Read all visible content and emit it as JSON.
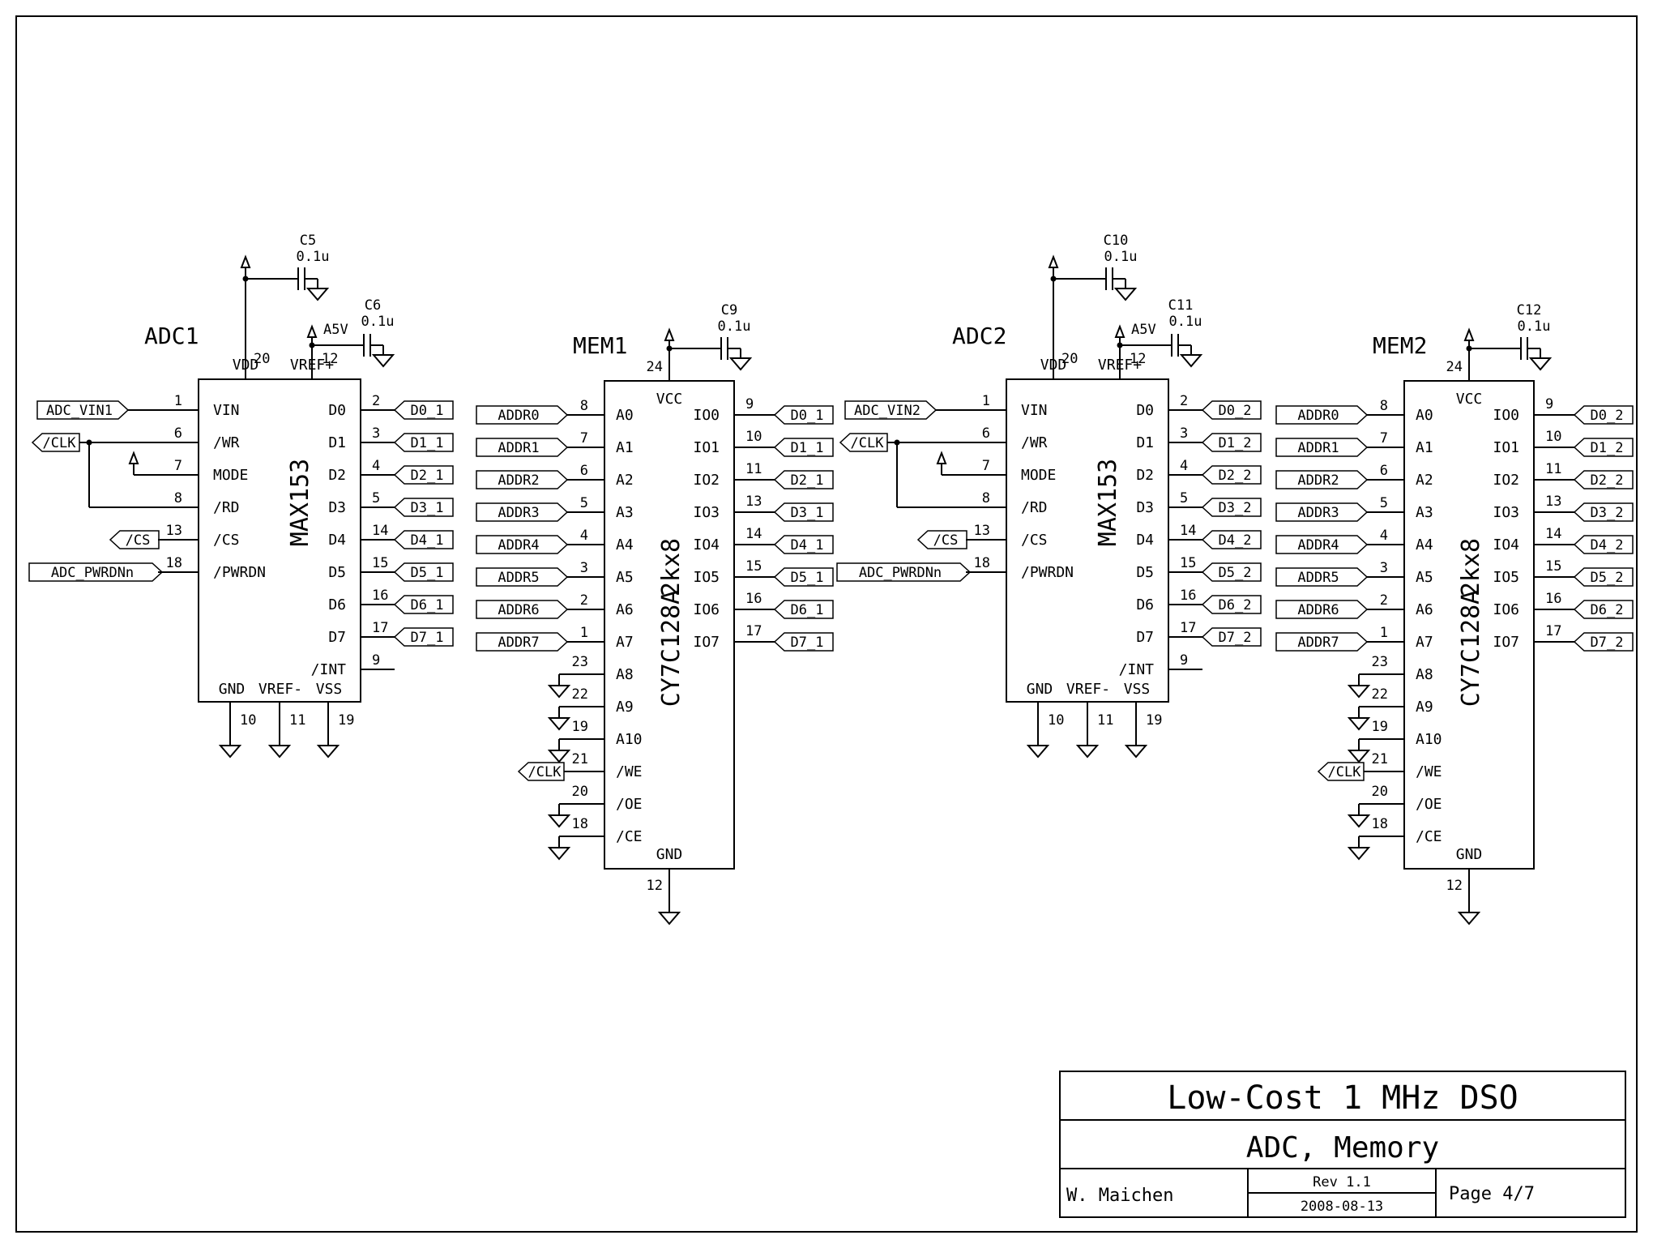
{
  "adc": [
    {
      "ref": "ADC1",
      "part": "MAX153",
      "vin_net": "ADC_VIN1",
      "suffix": "_1",
      "vdd_cap": {
        "ref": "C5",
        "value": "0.1u"
      },
      "vref_cap": {
        "ref": "C6",
        "value": "0.1u"
      }
    },
    {
      "ref": "ADC2",
      "part": "MAX153",
      "vin_net": "ADC_VIN2",
      "suffix": "_2",
      "vdd_cap": {
        "ref": "C10",
        "value": "0.1u"
      },
      "vref_cap": {
        "ref": "C11",
        "value": "0.1u"
      }
    }
  ],
  "mem": [
    {
      "ref": "MEM1",
      "part": "CY7C128A",
      "org": "2kx8",
      "suffix": "_1",
      "cap": {
        "ref": "C9",
        "value": "0.1u"
      }
    },
    {
      "ref": "MEM2",
      "part": "CY7C128A",
      "org": "2kx8",
      "suffix": "_2",
      "cap": {
        "ref": "C12",
        "value": "0.1u"
      }
    }
  ],
  "adc_pins": {
    "top": [
      {
        "name": "VDD",
        "num": "20"
      },
      {
        "name": "VREF+",
        "num": "12"
      }
    ],
    "left": [
      {
        "name": "VIN",
        "num": "1"
      },
      {
        "name": "/WR",
        "num": "6"
      },
      {
        "name": "MODE",
        "num": "7"
      },
      {
        "name": "/RD",
        "num": "8"
      },
      {
        "name": "/CS",
        "num": "13"
      },
      {
        "name": "/PWRDN",
        "num": "18"
      }
    ],
    "right": [
      {
        "name": "D0",
        "num": "2"
      },
      {
        "name": "D1",
        "num": "3"
      },
      {
        "name": "D2",
        "num": "4"
      },
      {
        "name": "D3",
        "num": "5"
      },
      {
        "name": "D4",
        "num": "14"
      },
      {
        "name": "D5",
        "num": "15"
      },
      {
        "name": "D6",
        "num": "16"
      },
      {
        "name": "D7",
        "num": "17"
      },
      {
        "name": "/INT",
        "num": "9"
      }
    ],
    "bottom": [
      {
        "name": "GND",
        "num": "10"
      },
      {
        "name": "VREF-",
        "num": "11"
      },
      {
        "name": "VSS",
        "num": "19"
      }
    ]
  },
  "adc_nets": {
    "clk": "/CLK",
    "cs": "/CS",
    "pwrdn": "ADC_PWRDNn",
    "a5v": "A5V",
    "data": [
      "D0",
      "D1",
      "D2",
      "D3",
      "D4",
      "D5",
      "D6",
      "D7"
    ]
  },
  "mem_pins": {
    "vcc": {
      "name": "VCC",
      "num": "24"
    },
    "gnd": {
      "name": "GND",
      "num": "12"
    },
    "addr": [
      {
        "name": "A0",
        "num": "8"
      },
      {
        "name": "A1",
        "num": "7"
      },
      {
        "name": "A2",
        "num": "6"
      },
      {
        "name": "A3",
        "num": "5"
      },
      {
        "name": "A4",
        "num": "4"
      },
      {
        "name": "A5",
        "num": "3"
      },
      {
        "name": "A6",
        "num": "2"
      },
      {
        "name": "A7",
        "num": "1"
      }
    ],
    "grounded": [
      {
        "name": "A8",
        "num": "23"
      },
      {
        "name": "A9",
        "num": "22"
      },
      {
        "name": "A10",
        "num": "19"
      }
    ],
    "we": {
      "name": "/WE",
      "num": "21"
    },
    "ctrl": [
      {
        "name": "/OE",
        "num": "20"
      },
      {
        "name": "/CE",
        "num": "18"
      }
    ],
    "io": [
      {
        "name": "IO0",
        "num": "9"
      },
      {
        "name": "IO1",
        "num": "10"
      },
      {
        "name": "IO2",
        "num": "11"
      },
      {
        "name": "IO3",
        "num": "13"
      },
      {
        "name": "IO4",
        "num": "14"
      },
      {
        "name": "IO5",
        "num": "15"
      },
      {
        "name": "IO6",
        "num": "16"
      },
      {
        "name": "IO7",
        "num": "17"
      }
    ]
  },
  "mem_nets": {
    "addr": [
      "ADDR0",
      "ADDR1",
      "ADDR2",
      "ADDR3",
      "ADDR4",
      "ADDR5",
      "ADDR6",
      "ADDR7"
    ],
    "clk": "/CLK"
  },
  "title_block": {
    "title": "Low-Cost 1 MHz DSO",
    "subtitle": "ADC, Memory",
    "author": "W. Maichen",
    "rev": "Rev 1.1",
    "date": "2008-08-13",
    "page": "Page 4/7"
  }
}
